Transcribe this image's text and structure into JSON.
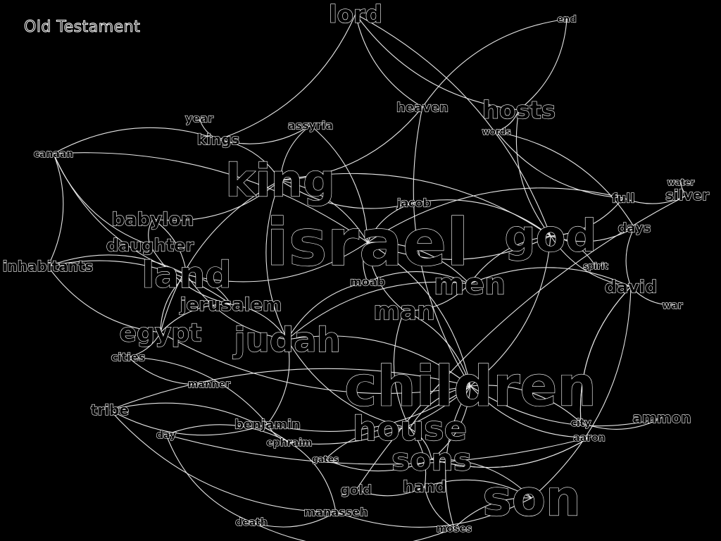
{
  "title": "Old Testament",
  "colors": {
    "background": "#000000",
    "stroke": "#ffffff"
  },
  "chart_data": {
    "type": "network",
    "nodes": [
      {
        "id": "lord",
        "label": "lord",
        "weight": 34
      },
      {
        "id": "end",
        "label": "end",
        "weight": 13
      },
      {
        "id": "heaven",
        "label": "heaven",
        "weight": 18
      },
      {
        "id": "hosts",
        "label": "hosts",
        "weight": 34
      },
      {
        "id": "year",
        "label": "year",
        "weight": 16
      },
      {
        "id": "assyria",
        "label": "assyria",
        "weight": 16
      },
      {
        "id": "kings",
        "label": "kings",
        "weight": 20
      },
      {
        "id": "words",
        "label": "words",
        "weight": 12
      },
      {
        "id": "canaan",
        "label": "canaan",
        "weight": 14
      },
      {
        "id": "king",
        "label": "king",
        "weight": 64
      },
      {
        "id": "water",
        "label": "water",
        "weight": 12
      },
      {
        "id": "silver",
        "label": "silver",
        "weight": 20
      },
      {
        "id": "full",
        "label": "full",
        "weight": 18
      },
      {
        "id": "jacob",
        "label": "jacob",
        "weight": 16
      },
      {
        "id": "babylon",
        "label": "babylon",
        "weight": 26
      },
      {
        "id": "days",
        "label": "days",
        "weight": 18
      },
      {
        "id": "israel",
        "label": "israel",
        "weight": 92
      },
      {
        "id": "god",
        "label": "god",
        "weight": 62
      },
      {
        "id": "daughter",
        "label": "daughter",
        "weight": 24
      },
      {
        "id": "inhabitants",
        "label": "inhabitants",
        "weight": 20
      },
      {
        "id": "spirit",
        "label": "spirit",
        "weight": 12
      },
      {
        "id": "land",
        "label": "land",
        "weight": 52
      },
      {
        "id": "moab",
        "label": "moab",
        "weight": 16
      },
      {
        "id": "men",
        "label": "men",
        "weight": 42
      },
      {
        "id": "david",
        "label": "david",
        "weight": 24
      },
      {
        "id": "jerusalem",
        "label": "jerusalem",
        "weight": 26
      },
      {
        "id": "war",
        "label": "war",
        "weight": 14
      },
      {
        "id": "man",
        "label": "man",
        "weight": 36
      },
      {
        "id": "egypt",
        "label": "egypt",
        "weight": 36
      },
      {
        "id": "judah",
        "label": "judah",
        "weight": 48
      },
      {
        "id": "cities",
        "label": "cities",
        "weight": 16
      },
      {
        "id": "children",
        "label": "children",
        "weight": 78
      },
      {
        "id": "manner",
        "label": "manner",
        "weight": 14
      },
      {
        "id": "tribe",
        "label": "tribe",
        "weight": 20
      },
      {
        "id": "benjamin",
        "label": "benjamin",
        "weight": 18
      },
      {
        "id": "house",
        "label": "house",
        "weight": 48
      },
      {
        "id": "city",
        "label": "city",
        "weight": 14
      },
      {
        "id": "ammon",
        "label": "ammon",
        "weight": 20
      },
      {
        "id": "day",
        "label": "day",
        "weight": 14
      },
      {
        "id": "ephraim",
        "label": "ephraim",
        "weight": 14
      },
      {
        "id": "aaron",
        "label": "aaron",
        "weight": 14
      },
      {
        "id": "gates",
        "label": "gates",
        "weight": 12
      },
      {
        "id": "sons",
        "label": "sons",
        "weight": 44
      },
      {
        "id": "gold",
        "label": "gold",
        "weight": 18
      },
      {
        "id": "hand",
        "label": "hand",
        "weight": 22
      },
      {
        "id": "son",
        "label": "son",
        "weight": 70
      },
      {
        "id": "manasseh",
        "label": "manasseh",
        "weight": 16
      },
      {
        "id": "death",
        "label": "death",
        "weight": 14
      },
      {
        "id": "moses",
        "label": "moses",
        "weight": 14
      }
    ],
    "edges": [
      [
        "lord",
        "hosts"
      ],
      [
        "lord",
        "kings"
      ],
      [
        "lord",
        "heaven"
      ],
      [
        "lord",
        "god"
      ],
      [
        "end",
        "heaven"
      ],
      [
        "end",
        "hosts"
      ],
      [
        "heaven",
        "children"
      ],
      [
        "heaven",
        "king"
      ],
      [
        "hosts",
        "god"
      ],
      [
        "hosts",
        "words"
      ],
      [
        "year",
        "kings"
      ],
      [
        "assyria",
        "kings"
      ],
      [
        "assyria",
        "king"
      ],
      [
        "assyria",
        "israel"
      ],
      [
        "kings",
        "canaan"
      ],
      [
        "kings",
        "king"
      ],
      [
        "canaan",
        "land"
      ],
      [
        "canaan",
        "inhabitants"
      ],
      [
        "canaan",
        "daughter"
      ],
      [
        "canaan",
        "israel"
      ],
      [
        "king",
        "jacob"
      ],
      [
        "king",
        "babylon"
      ],
      [
        "king",
        "judah"
      ],
      [
        "king",
        "israel"
      ],
      [
        "king",
        "egypt"
      ],
      [
        "king",
        "god"
      ],
      [
        "words",
        "full"
      ],
      [
        "words",
        "days"
      ],
      [
        "water",
        "silver"
      ],
      [
        "silver",
        "full"
      ],
      [
        "full",
        "israel"
      ],
      [
        "full",
        "god"
      ],
      [
        "jacob",
        "israel"
      ],
      [
        "jacob",
        "god"
      ],
      [
        "babylon",
        "daughter"
      ],
      [
        "babylon",
        "land"
      ],
      [
        "days",
        "david"
      ],
      [
        "days",
        "god"
      ],
      [
        "israel",
        "god"
      ],
      [
        "israel",
        "men"
      ],
      [
        "israel",
        "moab"
      ],
      [
        "israel",
        "children"
      ],
      [
        "israel",
        "man"
      ],
      [
        "israel",
        "land"
      ],
      [
        "god",
        "men"
      ],
      [
        "god",
        "spirit"
      ],
      [
        "god",
        "david"
      ],
      [
        "god",
        "children"
      ],
      [
        "daughter",
        "jerusalem"
      ],
      [
        "inhabitants",
        "land"
      ],
      [
        "inhabitants",
        "egypt"
      ],
      [
        "inhabitants",
        "jerusalem"
      ],
      [
        "land",
        "egypt"
      ],
      [
        "land",
        "jerusalem"
      ],
      [
        "land",
        "judah"
      ],
      [
        "moab",
        "men"
      ],
      [
        "moab",
        "judah"
      ],
      [
        "men",
        "man"
      ],
      [
        "men",
        "judah"
      ],
      [
        "men",
        "david"
      ],
      [
        "david",
        "war"
      ],
      [
        "david",
        "son"
      ],
      [
        "david",
        "city"
      ],
      [
        "jerusalem",
        "judah"
      ],
      [
        "jerusalem",
        "egypt"
      ],
      [
        "man",
        "children"
      ],
      [
        "man",
        "house"
      ],
      [
        "egypt",
        "cities"
      ],
      [
        "egypt",
        "children"
      ],
      [
        "judah",
        "children"
      ],
      [
        "judah",
        "house"
      ],
      [
        "judah",
        "benjamin"
      ],
      [
        "cities",
        "manner"
      ],
      [
        "cities",
        "benjamin"
      ],
      [
        "children",
        "house"
      ],
      [
        "children",
        "sons"
      ],
      [
        "children",
        "ammon"
      ],
      [
        "children",
        "benjamin"
      ],
      [
        "children",
        "aaron"
      ],
      [
        "children",
        "city"
      ],
      [
        "tribe",
        "benjamin"
      ],
      [
        "tribe",
        "ephraim"
      ],
      [
        "tribe",
        "manasseh"
      ],
      [
        "tribe",
        "children"
      ],
      [
        "benjamin",
        "ephraim"
      ],
      [
        "house",
        "sons"
      ],
      [
        "house",
        "gates"
      ],
      [
        "house",
        "hand"
      ],
      [
        "city",
        "ammon"
      ],
      [
        "city",
        "david"
      ],
      [
        "day",
        "death"
      ],
      [
        "day",
        "ephraim"
      ],
      [
        "day",
        "aaron"
      ],
      [
        "ephraim",
        "manasseh"
      ],
      [
        "ephraim",
        "children"
      ],
      [
        "aaron",
        "sons"
      ],
      [
        "gates",
        "sons"
      ],
      [
        "sons",
        "son"
      ],
      [
        "sons",
        "aaron"
      ],
      [
        "gold",
        "silver"
      ],
      [
        "gold",
        "hand"
      ],
      [
        "hand",
        "son"
      ],
      [
        "hand",
        "moses"
      ],
      [
        "son",
        "manasseh"
      ],
      [
        "son",
        "moses"
      ],
      [
        "manasseh",
        "death"
      ],
      [
        "death",
        "moses"
      ],
      [
        "moses",
        "children"
      ]
    ]
  }
}
